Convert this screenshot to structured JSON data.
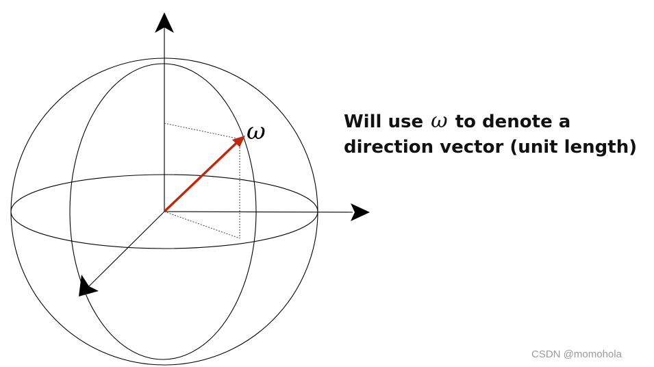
{
  "diagram": {
    "vector_symbol": "ω",
    "colors": {
      "vector": "#c0280d",
      "line": "#000000"
    }
  },
  "caption": {
    "line1_before": "Will use",
    "symbol": "ω",
    "line1_after": "to denote a",
    "line2": "direction vector (unit length)"
  },
  "watermark": "CSDN @momohola"
}
